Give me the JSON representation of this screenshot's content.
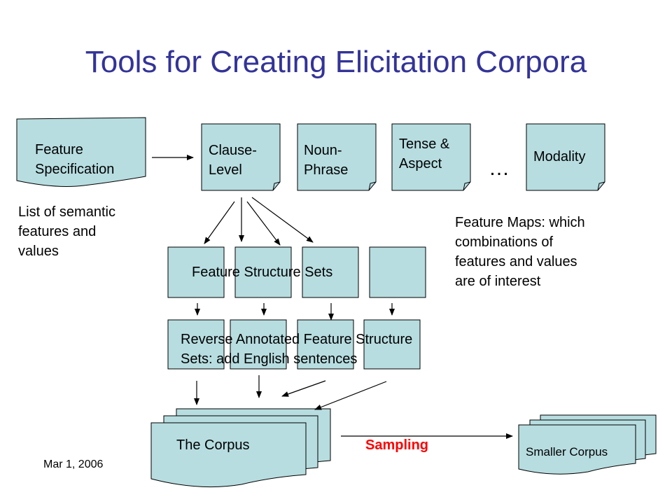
{
  "title": "Tools for Creating Elicitation Corpora",
  "feature_spec": {
    "label": "Feature\nSpecification",
    "description": "List of semantic\nfeatures and\nvalues"
  },
  "feature_maps": {
    "items": [
      "Clause-\nLevel",
      "Noun-\nPhrase",
      "Tense &\nAspect",
      "Modality"
    ],
    "ellipsis": "…",
    "description": "Feature Maps:  which\ncombinations of\nfeatures and values\nare of interest"
  },
  "feature_structure_sets": {
    "label": "Feature Structure Sets"
  },
  "reverse_annotated": {
    "label": "Reverse Annotated Feature Structure\nSets: add English sentences"
  },
  "corpus": {
    "label": "The Corpus"
  },
  "sampling": {
    "label": "Sampling"
  },
  "smaller_corpus": {
    "label": "Smaller Corpus"
  },
  "footer": {
    "date": "Mar 1, 2006"
  },
  "colors": {
    "box_fill": "#b7dde0",
    "title": "#333399",
    "sampling": "#ff0000"
  }
}
